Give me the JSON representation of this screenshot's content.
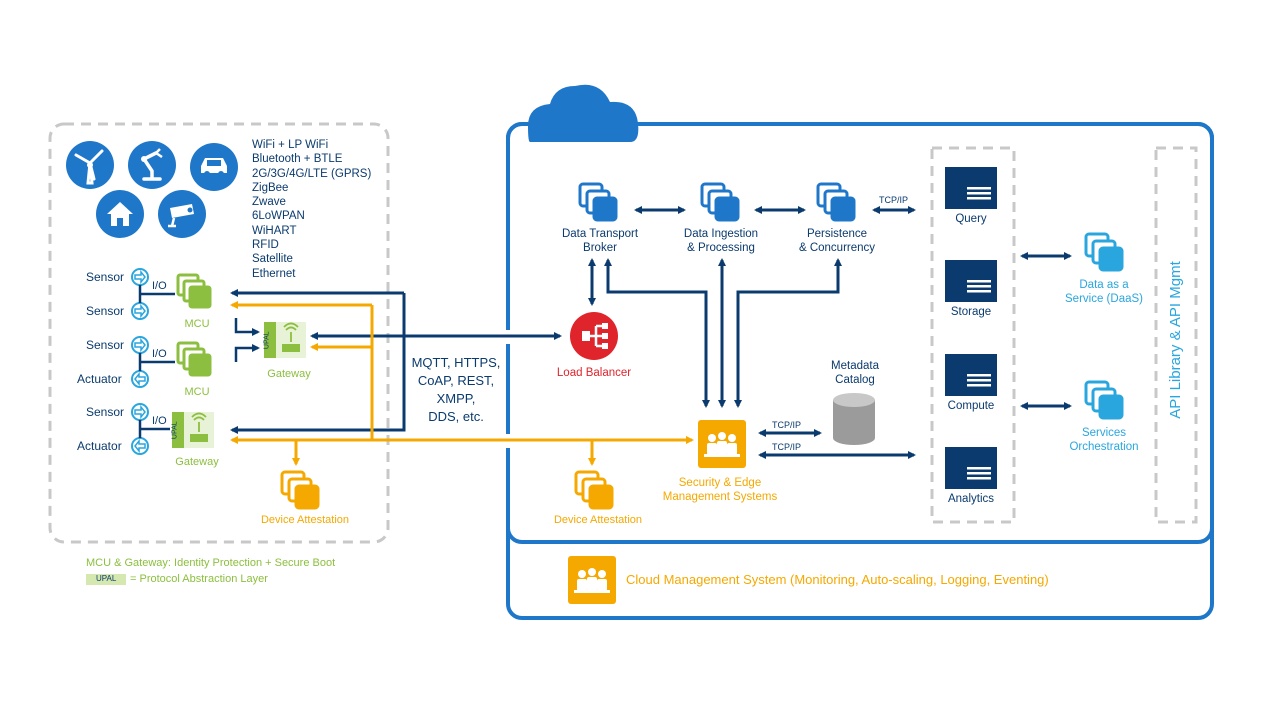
{
  "edge": {
    "connectivity": [
      "WiFi + LP WiFi",
      "Bluetooth + BTLE",
      "2G/3G/4G/LTE (GPRS)",
      "ZigBee",
      "Zwave",
      "6LoWPAN",
      "WiHART",
      "RFID",
      "Satellite",
      "Ethernet"
    ],
    "devices": [
      {
        "icon": "wind-turbine-icon"
      },
      {
        "icon": "robot-arm-icon"
      },
      {
        "icon": "car-icon"
      },
      {
        "icon": "home-icon"
      },
      {
        "icon": "security-camera-icon"
      }
    ],
    "sensor_label": "Sensor",
    "actuator_label": "Actuator",
    "io_label": "I/O",
    "mcu_label": "MCU",
    "gateway_label": "Gateway",
    "upal_label": "UPAL",
    "device_attestation": "Device Attestation",
    "legend_line1": "MCU & Gateway: Identity Protection + Secure Boot",
    "legend_upal_badge": "UPAL",
    "legend_line2": "= Protocol Abstraction Layer"
  },
  "protocols": [
    "MQTT, HTTPS,",
    "CoAP, REST,",
    "XMPP,",
    "DDS, etc."
  ],
  "cloud": {
    "load_balancer": "Load Balancer",
    "data_transport": [
      "Data Transport",
      "Broker"
    ],
    "data_ingestion": [
      "Data Ingestion",
      "& Processing"
    ],
    "persistence": [
      "Persistence",
      "& Concurrency"
    ],
    "tcpip": "TCP/IP",
    "metadata": [
      "Metadata",
      "Catalog"
    ],
    "security": [
      "Security & Edge",
      "Management Systems"
    ],
    "device_attestation": "Device Attestation",
    "services": [
      "Query",
      "Storage",
      "Compute",
      "Analytics"
    ],
    "daas": [
      "Data as a",
      "Service (DaaS)"
    ],
    "orchestration": [
      "Services",
      "Orchestration"
    ],
    "api": "API Library & API Mgmt",
    "cloud_mgmt": "Cloud Management System (Monitoring, Auto-scaling, Logging, Eventing)"
  },
  "colors": {
    "navy": "#0b3b6e",
    "blue": "#1f77c9",
    "light_blue": "#2aa6de",
    "green": "#8cbf3f",
    "orange": "#f5a800",
    "red": "#e0242b",
    "gray": "#c8c8c8"
  }
}
